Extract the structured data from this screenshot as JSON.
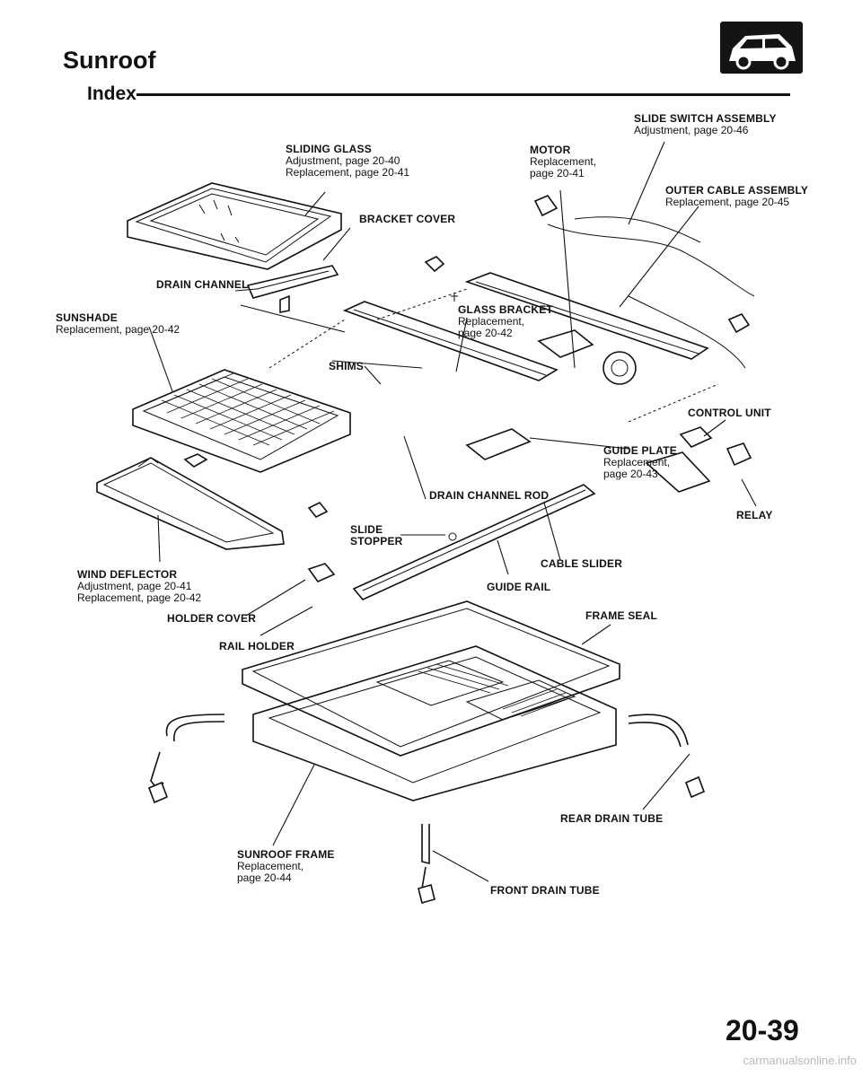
{
  "header": {
    "title": "Sunroof",
    "subtitle": "Index",
    "logo_icon": "car-icon"
  },
  "labels": {
    "slide_switch_assembly": {
      "name": "SLIDE SWITCH ASSEMBLY",
      "lines": [
        "Adjustment, page 20-46"
      ]
    },
    "sliding_glass": {
      "name": "SLIDING GLASS",
      "lines": [
        "Adjustment, page 20-40",
        "Replacement, page 20-41"
      ]
    },
    "motor": {
      "name": "MOTOR",
      "lines": [
        "Replacement,",
        "page 20-41"
      ]
    },
    "outer_cable_assembly": {
      "name": "OUTER CABLE ASSEMBLY",
      "lines": [
        "Replacement, page 20-45"
      ]
    },
    "bracket_cover": {
      "name": "BRACKET COVER"
    },
    "drain_channel": {
      "name": "DRAIN CHANNEL"
    },
    "sunshade": {
      "name": "SUNSHADE",
      "lines": [
        "Replacement, page 20-42"
      ]
    },
    "glass_bracket": {
      "name": "GLASS BRACKET",
      "lines": [
        "Replacement,",
        "page 20-42"
      ]
    },
    "shims": {
      "name": "SHIMS"
    },
    "control_unit": {
      "name": "CONTROL UNIT"
    },
    "guide_plate": {
      "name": "GUIDE PLATE",
      "lines": [
        "Replacement,",
        "page 20-43"
      ]
    },
    "drain_channel_rod": {
      "name": "DRAIN CHANNEL ROD"
    },
    "relay": {
      "name": "RELAY"
    },
    "slide_stopper": {
      "name": "SLIDE",
      "name2": "STOPPER"
    },
    "cable_slider": {
      "name": "CABLE SLIDER"
    },
    "wind_deflector": {
      "name": "WIND DEFLECTOR",
      "lines": [
        "Adjustment, page 20-41",
        "Replacement, page 20-42"
      ]
    },
    "guide_rail": {
      "name": "GUIDE RAIL"
    },
    "holder_cover": {
      "name": "HOLDER COVER"
    },
    "frame_seal": {
      "name": "FRAME SEAL"
    },
    "rail_holder": {
      "name": "RAIL HOLDER"
    },
    "rear_drain_tube": {
      "name": "REAR DRAIN TUBE"
    },
    "sunroof_frame": {
      "name": "SUNROOF FRAME",
      "lines": [
        "Replacement,",
        "page 20-44"
      ]
    },
    "front_drain_tube": {
      "name": "FRONT DRAIN TUBE"
    }
  },
  "footer": {
    "page_number": "20-39",
    "url": "carmanualsonline.info"
  }
}
